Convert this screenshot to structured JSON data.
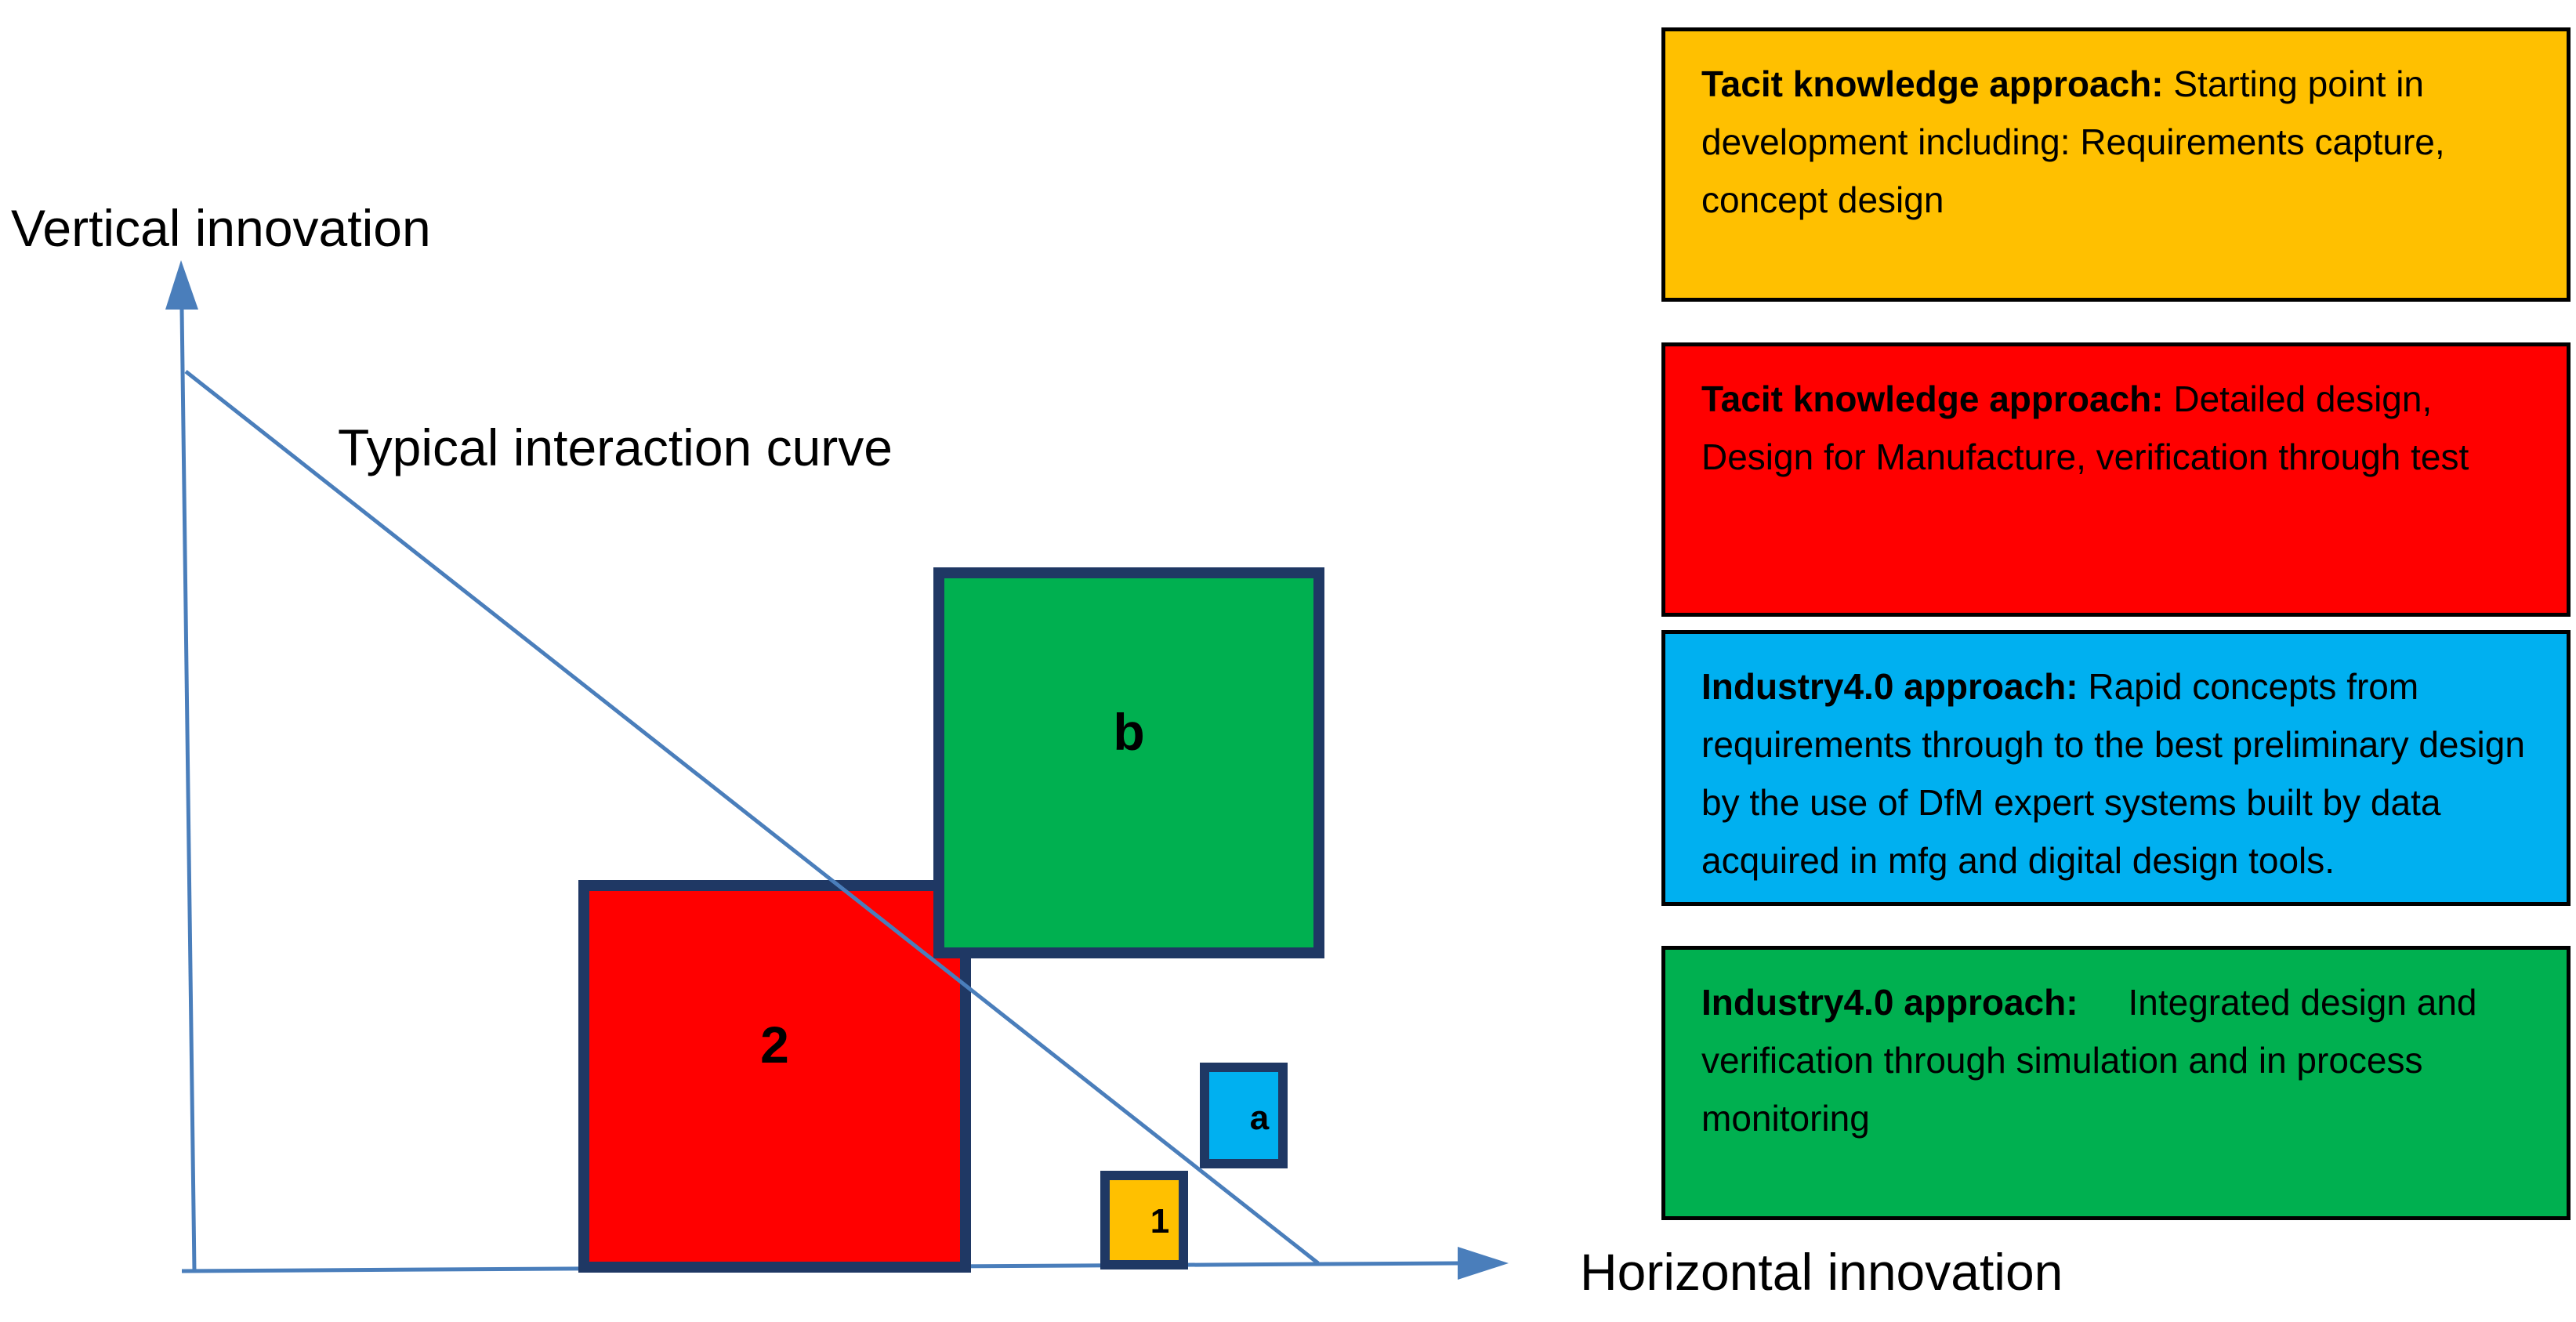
{
  "axes": {
    "vertical_label": "Vertical innovation",
    "horizontal_label": "Horizontal innovation"
  },
  "curve": {
    "label": "Typical interaction curve"
  },
  "blocks": [
    {
      "id": "2",
      "label": "2",
      "color": "#FF0000"
    },
    {
      "id": "b",
      "label": "b",
      "color": "#00B050"
    },
    {
      "id": "a",
      "label": "a",
      "color": "#00B0F0"
    },
    {
      "id": "1",
      "label": "1",
      "color": "#FFC000"
    }
  ],
  "legend": [
    {
      "lead": "Tacit knowledge approach:",
      "text": " Starting point in development including: Requirements capture, concept design",
      "color": "#FFC000"
    },
    {
      "lead": "Tacit knowledge approach:",
      "text": " Detailed design, Design for Manufacture, verification through test",
      "color": "#FF0000"
    },
    {
      "lead": "Industry4.0 approach:",
      "text": " Rapid concepts from requirements through to the best preliminary design by the use of DfM expert systems built by data acquired in mfg and digital design tools.",
      "color": "#00B0F0"
    },
    {
      "lead": "Industry4.0 approach:",
      "text": "     Integrated design and verification through simulation and in process monitoring",
      "color": "#00B050"
    }
  ],
  "colors": {
    "axis": "#4A7EBB",
    "box_border": "#1F3864"
  }
}
